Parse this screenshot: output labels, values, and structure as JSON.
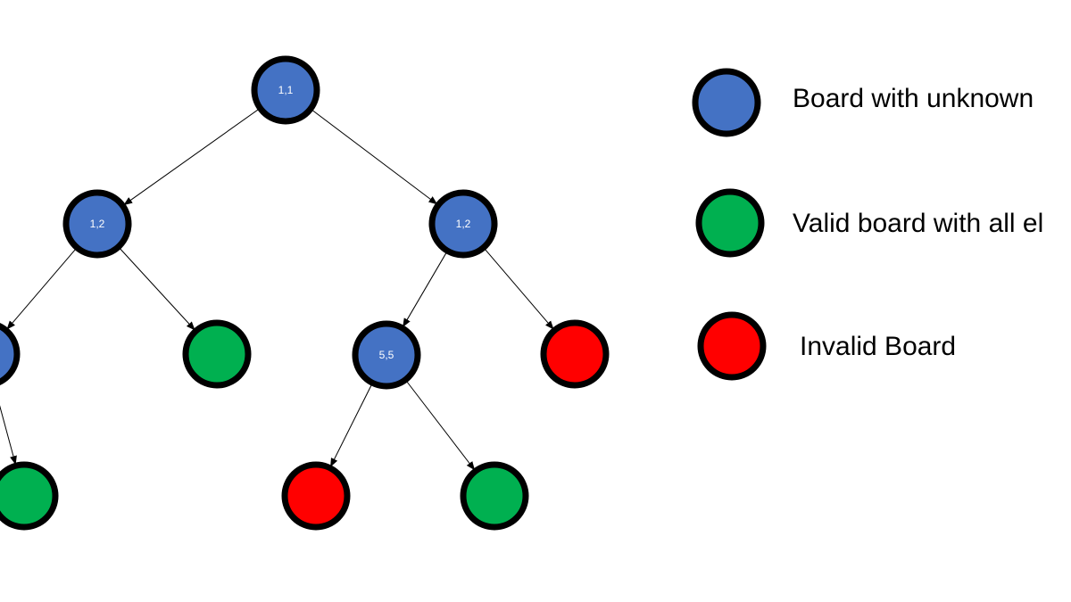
{
  "colors": {
    "unknown": "#4472C4",
    "valid": "#00B050",
    "invalid": "#FF0000",
    "outline": "#000000"
  },
  "tree": {
    "nodes": [
      {
        "id": "root",
        "type": "unknown",
        "label": "1,1"
      },
      {
        "id": "left",
        "type": "unknown",
        "label": "1,2"
      },
      {
        "id": "right",
        "type": "unknown",
        "label": "1,2"
      },
      {
        "id": "left-left",
        "type": "unknown",
        "label": ""
      },
      {
        "id": "left-right",
        "type": "valid",
        "label": ""
      },
      {
        "id": "right-left",
        "type": "unknown",
        "label": "5,5"
      },
      {
        "id": "right-right",
        "type": "invalid",
        "label": ""
      },
      {
        "id": "left-left-child",
        "type": "valid",
        "label": ""
      },
      {
        "id": "right-left-left",
        "type": "invalid",
        "label": ""
      },
      {
        "id": "right-left-right",
        "type": "valid",
        "label": ""
      }
    ],
    "edges": [
      {
        "from": "root",
        "to": "left"
      },
      {
        "from": "root",
        "to": "right"
      },
      {
        "from": "left",
        "to": "left-left"
      },
      {
        "from": "left",
        "to": "left-right"
      },
      {
        "from": "right",
        "to": "right-left"
      },
      {
        "from": "right",
        "to": "right-right"
      },
      {
        "from": "left-left",
        "to": "left-left-child"
      },
      {
        "from": "right-left",
        "to": "right-left-left"
      },
      {
        "from": "right-left",
        "to": "right-left-right"
      }
    ]
  },
  "legend": [
    {
      "type": "unknown",
      "text": "Board with unknown"
    },
    {
      "type": "valid",
      "text": "Valid board with all el"
    },
    {
      "type": "invalid",
      "text": " Invalid Board"
    }
  ]
}
